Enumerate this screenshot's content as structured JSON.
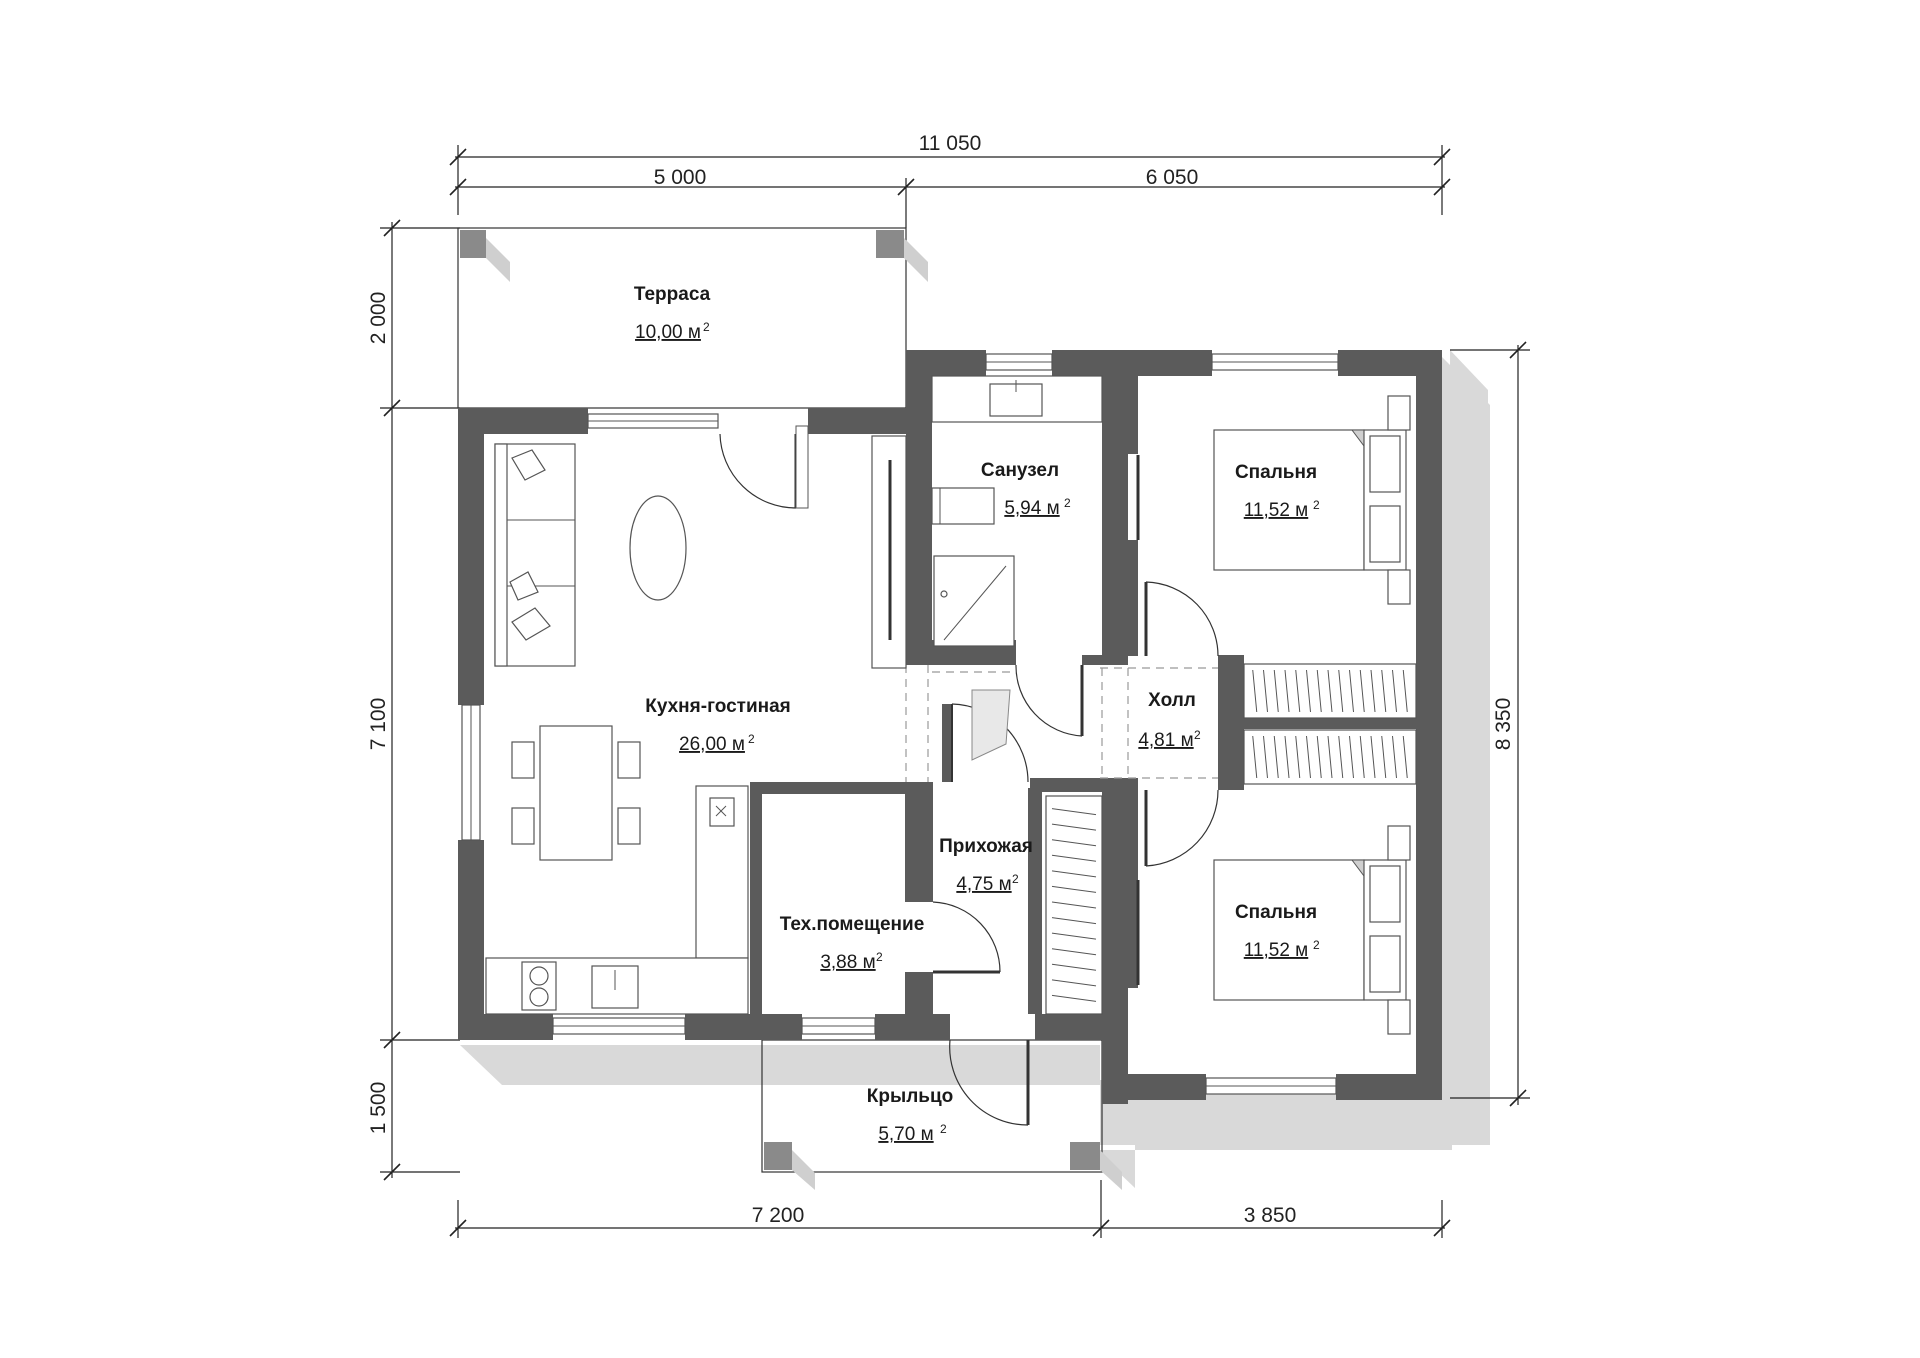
{
  "dimensions": {
    "top_total": "11 050",
    "top_left": "5 000",
    "top_right": "6 050",
    "left_top": "2 000",
    "left_middle": "7 100",
    "left_bottom": "1 500",
    "right": "8 350",
    "bottom_left": "7 200",
    "bottom_right": "3 850"
  },
  "rooms": {
    "terrace": {
      "name": "Терраса",
      "area": "10,00 м",
      "unit_power": "2"
    },
    "bathroom": {
      "name": "Санузел",
      "area": "5,94 м",
      "unit_power": "2"
    },
    "bedroom_top": {
      "name": "Спальня",
      "area": "11,52 м",
      "unit_power": "2"
    },
    "kitchen_living": {
      "name": "Кухня-гостиная",
      "area": "26,00 м",
      "unit_power": "2"
    },
    "hall": {
      "name": "Холл",
      "area": "4,81 м",
      "unit_power": "2"
    },
    "entryway": {
      "name": "Прихожая",
      "area": "4,75 м",
      "unit_power": "2"
    },
    "tech_room": {
      "name": "Тех.помещение",
      "area": "3,88 м",
      "unit_power": "2"
    },
    "bedroom_bottom": {
      "name": "Спальня",
      "area": "11,52 м",
      "unit_power": "2"
    },
    "porch": {
      "name": "Крыльцо",
      "area": "5,70 м",
      "unit_power": "2"
    }
  },
  "colors": {
    "wall": "#5b5b5b",
    "shadow": "#d9d9d9",
    "line": "#333333"
  }
}
